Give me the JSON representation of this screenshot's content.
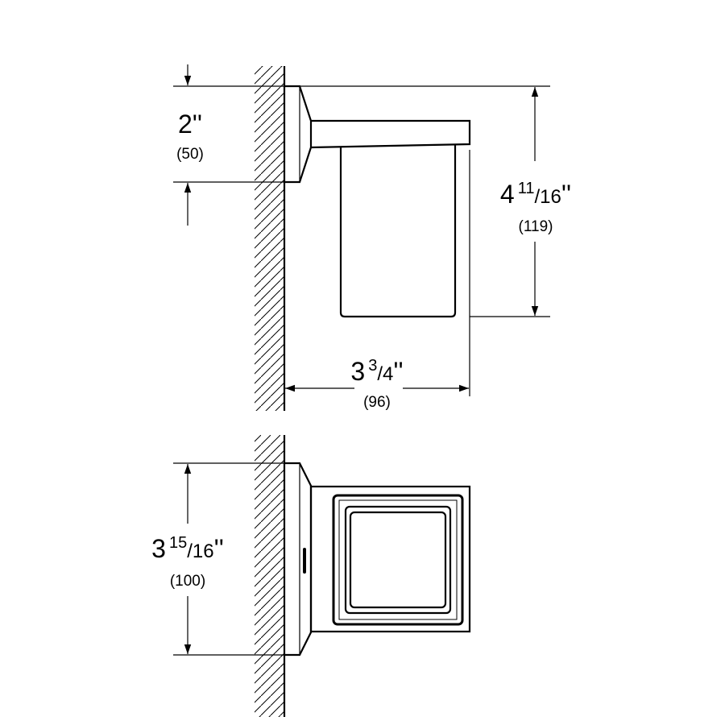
{
  "side_view": {
    "height_wall_plate": {
      "whole": "2",
      "unit": "''",
      "mm": "(50)"
    },
    "total_height": {
      "whole": "4",
      "num": "11",
      "den": "/16",
      "unit": "''",
      "mm": "(119)"
    },
    "projection": {
      "whole": "3",
      "num": "3",
      "den": "/4",
      "unit": "''",
      "mm": "(96)"
    }
  },
  "top_view": {
    "width": {
      "whole": "3",
      "num": "15",
      "den": "/16",
      "unit": "''",
      "mm": "(100)"
    }
  }
}
